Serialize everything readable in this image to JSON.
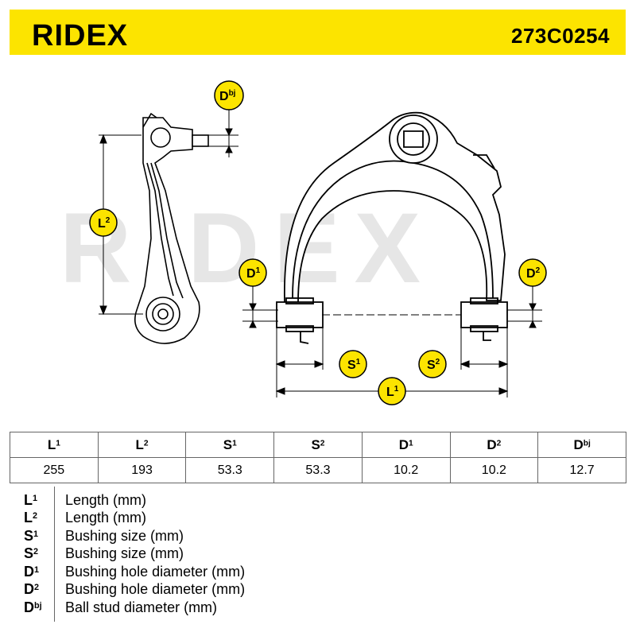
{
  "header": {
    "brand": "RIDEX",
    "part_number": "273C0254",
    "bg_color": "#FCE400"
  },
  "watermark": "RIDEX",
  "dimension_labels": {
    "l1": {
      "base": "L",
      "sup": "1"
    },
    "l2": {
      "base": "L",
      "sup": "2"
    },
    "s1": {
      "base": "S",
      "sup": "1"
    },
    "s2": {
      "base": "S",
      "sup": "2"
    },
    "d1": {
      "base": "D",
      "sup": "1"
    },
    "d2": {
      "base": "D",
      "sup": "2"
    },
    "dbj": {
      "base": "D",
      "sup": "bj"
    }
  },
  "table": {
    "headers": [
      {
        "base": "L",
        "sup": "1"
      },
      {
        "base": "L",
        "sup": "2"
      },
      {
        "base": "S",
        "sup": "1"
      },
      {
        "base": "S",
        "sup": "2"
      },
      {
        "base": "D",
        "sup": "1"
      },
      {
        "base": "D",
        "sup": "2"
      },
      {
        "base": "D",
        "sup": "bj"
      }
    ],
    "values": [
      "255",
      "193",
      "53.3",
      "53.3",
      "10.2",
      "10.2",
      "12.7"
    ]
  },
  "legend": [
    {
      "base": "L",
      "sup": "1",
      "desc": "Length (mm)"
    },
    {
      "base": "L",
      "sup": "2",
      "desc": "Length (mm)"
    },
    {
      "base": "S",
      "sup": "1",
      "desc": "Bushing size (mm)"
    },
    {
      "base": "S",
      "sup": "2",
      "desc": "Bushing size (mm)"
    },
    {
      "base": "D",
      "sup": "1",
      "desc": "Bushing hole diameter (mm)"
    },
    {
      "base": "D",
      "sup": "2",
      "desc": "Bushing hole diameter (mm)"
    },
    {
      "base": "D",
      "sup": "bj",
      "desc": "Ball stud diameter (mm)"
    }
  ],
  "colors": {
    "accent": "#FCE400",
    "badge": "#FCE400",
    "watermark": "#E3E3E3",
    "line": "#000000"
  }
}
